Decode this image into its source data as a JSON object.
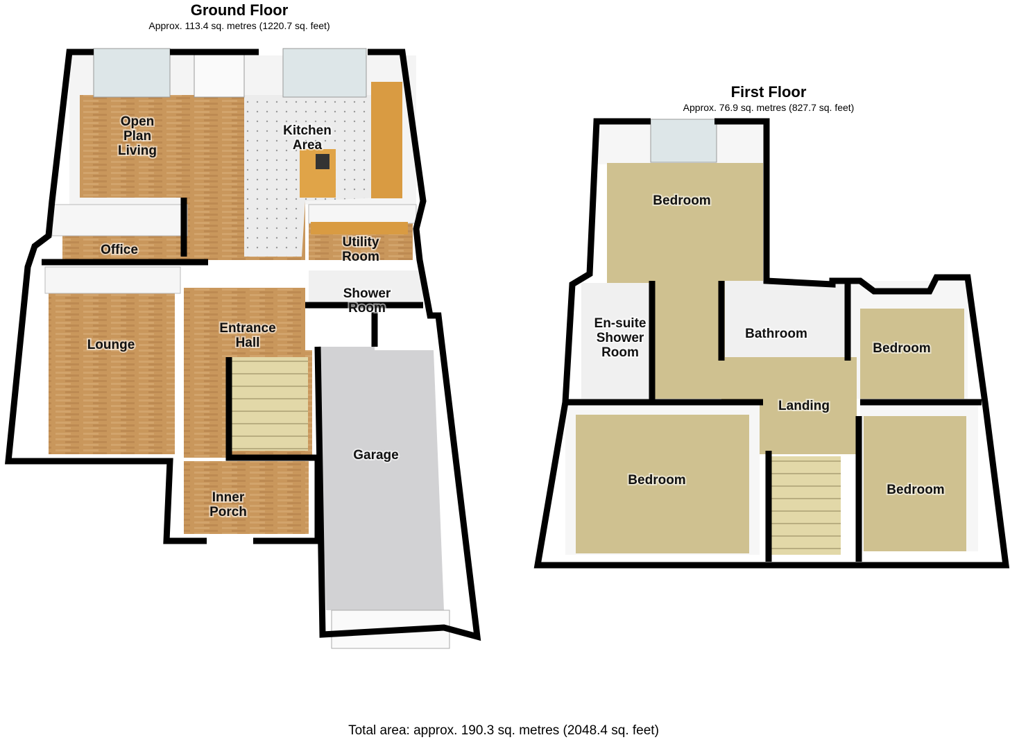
{
  "ground_floor": {
    "title": "Ground Floor",
    "area": "Approx. 113.4 sq. metres (1220.7 sq. feet)",
    "rooms": [
      {
        "name": "Open Plan Living",
        "lines": [
          "Open",
          "Plan",
          "Living"
        ]
      },
      {
        "name": "Kitchen Area",
        "lines": [
          "Kitchen",
          "Area"
        ]
      },
      {
        "name": "Office",
        "lines": [
          "Office"
        ]
      },
      {
        "name": "Utility Room",
        "lines": [
          "Utility",
          "Room"
        ]
      },
      {
        "name": "Shower Room",
        "lines": [
          "Shower",
          "Room"
        ]
      },
      {
        "name": "Lounge",
        "lines": [
          "Lounge"
        ]
      },
      {
        "name": "Entrance Hall",
        "lines": [
          "Entrance",
          "Hall"
        ]
      },
      {
        "name": "Garage",
        "lines": [
          "Garage"
        ]
      },
      {
        "name": "Inner Porch",
        "lines": [
          "Inner",
          "Porch"
        ]
      }
    ]
  },
  "first_floor": {
    "title": "First Floor",
    "area": "Approx. 76.9 sq. metres (827.7 sq. feet)",
    "rooms": [
      {
        "name": "Bedroom",
        "lines": [
          "Bedroom"
        ]
      },
      {
        "name": "En-suite Shower Room",
        "lines": [
          "En-suite",
          "Shower",
          "Room"
        ]
      },
      {
        "name": "Bathroom",
        "lines": [
          "Bathroom"
        ]
      },
      {
        "name": "Bedroom",
        "lines": [
          "Bedroom"
        ]
      },
      {
        "name": "Landing",
        "lines": [
          "Landing"
        ]
      },
      {
        "name": "Bedroom",
        "lines": [
          "Bedroom"
        ]
      },
      {
        "name": "Bedroom",
        "lines": [
          "Bedroom"
        ]
      }
    ]
  },
  "total_area": "Total area: approx. 190.3 sq. metres (2048.4 sq. feet)",
  "colors": {
    "wood": "#c9975c",
    "tile": "#ececec",
    "carpet": "#cfc190",
    "garage": "#d2d2d4",
    "counter": "#d99b42"
  }
}
